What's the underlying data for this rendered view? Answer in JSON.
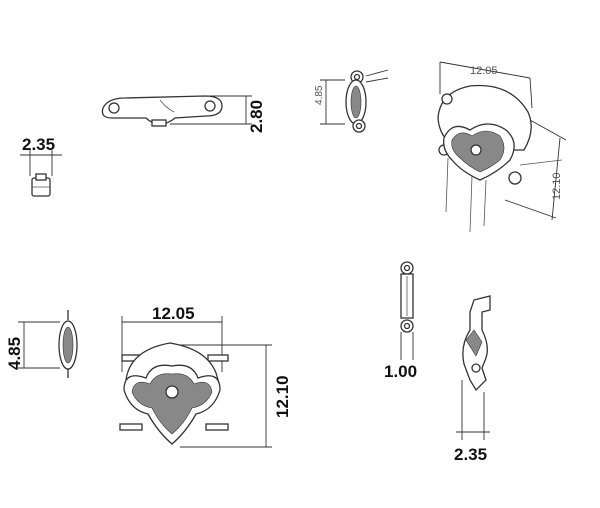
{
  "dimensions": {
    "side_height": "2.80",
    "end_width_top": "2.35",
    "top_width_small": "4.85",
    "iso_width": "12.05",
    "iso_height": "12.10",
    "front_depth_label": "4.85",
    "front_width": "12.05",
    "front_height": "12.10",
    "edge_thickness": "1.00",
    "side_depth_bottom": "2.35"
  },
  "colors": {
    "line": "#333333",
    "text": "#111111",
    "fill": "#ffffff"
  }
}
